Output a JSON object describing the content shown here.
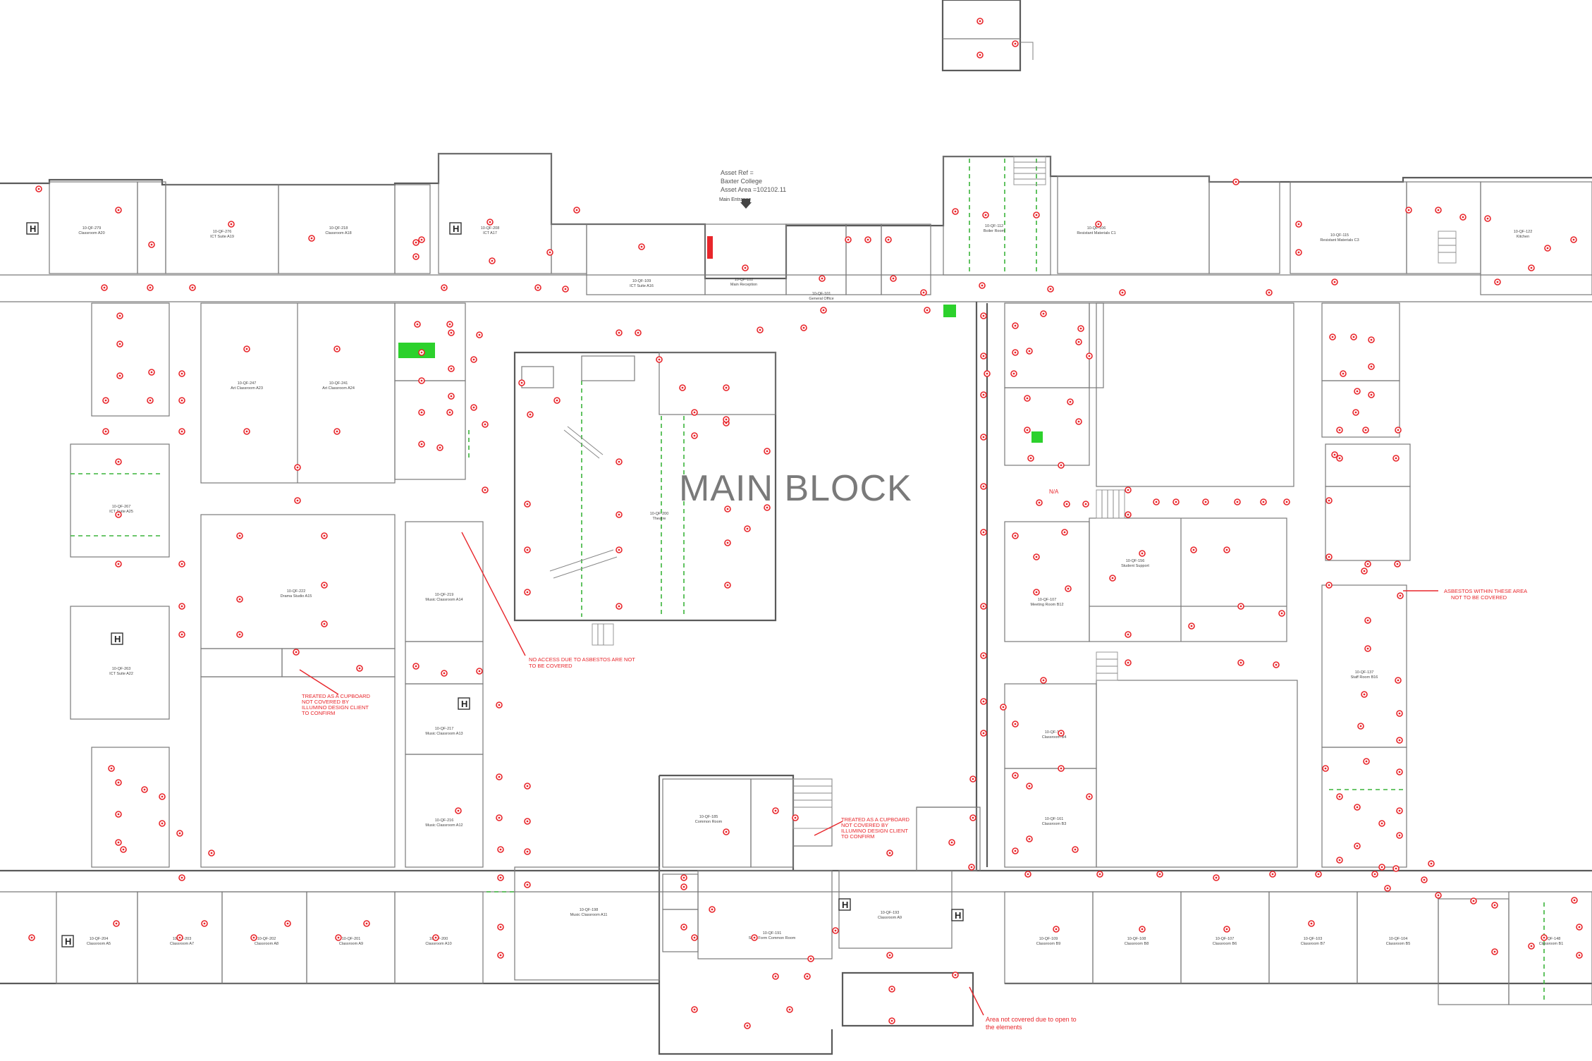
{
  "drawing": {
    "block_title": "MAIN BLOCK",
    "asset": {
      "ref_line": "Asset Ref =",
      "college_line": "Baxter College",
      "area_line": "Asset Area =102102.11",
      "entrance": "Main Entrance"
    },
    "notes": {
      "asbestos_east": [
        "ASBESTOS WITHIN THESE AREA",
        "NOT TO BE COVERED"
      ],
      "no_access": [
        "NO ACCESS DUE TO ASBESTOS ARE NOT",
        "TO BE COVERED"
      ],
      "cupboard_left": [
        "TREATED AS A CUPBOARD",
        "NOT COVERED BY",
        "ILLUMINO DESIGN CLIENT",
        "TO CONFIRM"
      ],
      "cupboard_mid": [
        "TREATED AS A CUPBOARD",
        "NOT COVERED BY",
        "ILLUMINO DESIGN CLIENT",
        "TO CONFIRM"
      ],
      "open_area": [
        "Area not covered due to open to",
        "the elements"
      ],
      "na_mark": "N/A"
    },
    "hydrant_label": "H",
    "rooms": [
      {
        "id": "r1",
        "code": "10-QF-279",
        "name": "Classroom A20"
      },
      {
        "id": "r2",
        "code": "10-QF-276",
        "name": "ICT Suite A19"
      },
      {
        "id": "r3",
        "code": "10-QF-218",
        "name": "Classroom A18"
      },
      {
        "id": "r4",
        "code": "10-QF-208",
        "name": "ICT A17"
      },
      {
        "id": "r5",
        "code": "10-QF-109",
        "name": "ICT Suite A16"
      },
      {
        "id": "r6",
        "code": "10-QF-102",
        "name": "Main Reception"
      },
      {
        "id": "r7",
        "code": "10-QF-101",
        "name": "General Office"
      },
      {
        "id": "r8",
        "code": "10-QF-112",
        "name": "Boiler Room"
      },
      {
        "id": "r9",
        "code": "10-QF-106",
        "name": "Resistant Materials C1"
      },
      {
        "id": "r10",
        "code": "10-QF-115",
        "name": "Resistant Materials C3"
      },
      {
        "id": "r11",
        "code": "10-QF-122",
        "name": "Kitchen"
      },
      {
        "id": "r12",
        "code": "10-QF-247",
        "name": "Art Classroom A23"
      },
      {
        "id": "r13",
        "code": "10-QF-241",
        "name": "Art Classroom A24"
      },
      {
        "id": "r14",
        "code": "10-QF-267",
        "name": "ICT Suite A25"
      },
      {
        "id": "r15",
        "code": "10-QF-222",
        "name": "Drama Studio A15"
      },
      {
        "id": "r16",
        "code": "10-QF-219",
        "name": "Music Classroom A14"
      },
      {
        "id": "r17",
        "code": "10-QF-200",
        "name": "Theatre"
      },
      {
        "id": "r18",
        "code": "10-QF-263",
        "name": "ICT Suite A22"
      },
      {
        "id": "r19",
        "code": "10-QF-217",
        "name": "Music Classroom A13"
      },
      {
        "id": "r20",
        "code": "10-QF-216",
        "name": "Music Classroom A12"
      },
      {
        "id": "r21",
        "code": "10-QF-107",
        "name": "Meeting Room B12"
      },
      {
        "id": "r22",
        "code": "10-QF-156",
        "name": "Student Support"
      },
      {
        "id": "r23",
        "code": "10-QF-137",
        "name": "Staff Room B16"
      },
      {
        "id": "r24",
        "code": "10-QF-162",
        "name": "Classroom B4"
      },
      {
        "id": "r25",
        "code": "10-QF-161",
        "name": "Classroom B3"
      },
      {
        "id": "r26",
        "code": "10-QF-198",
        "name": "Music Classroom A11"
      },
      {
        "id": "r27",
        "code": "10-QF-191",
        "name": "Sixth Form Common Room"
      },
      {
        "id": "r28",
        "code": "10-QF-193",
        "name": "Classroom A9"
      },
      {
        "id": "r29",
        "code": "10-QF-204",
        "name": "Classroom A5"
      },
      {
        "id": "r30",
        "code": "10-QF-203",
        "name": "Classroom A7"
      },
      {
        "id": "r31",
        "code": "10-QF-202",
        "name": "Classroom A8"
      },
      {
        "id": "r32",
        "code": "10-QF-201",
        "name": "Classroom A9"
      },
      {
        "id": "r33",
        "code": "10-QF-200",
        "name": "Classroom A10"
      },
      {
        "id": "r34",
        "code": "10-QF-109",
        "name": "Classroom B9"
      },
      {
        "id": "r35",
        "code": "10-QF-108",
        "name": "Classroom B8"
      },
      {
        "id": "r36",
        "code": "10-QF-107",
        "name": "Classroom B6"
      },
      {
        "id": "r37",
        "code": "10-QF-103",
        "name": "Classroom B7"
      },
      {
        "id": "r38",
        "code": "10-QF-104",
        "name": "Classroom B5"
      },
      {
        "id": "r39",
        "code": "10-QF-185",
        "name": "Common Room"
      },
      {
        "id": "r40",
        "code": "10-QF-148",
        "name": "Classroom B1"
      }
    ],
    "colors": {
      "wall": "#5a5a5a",
      "detector": "#e8262b",
      "fire_door": "#3ab43a",
      "highlight": "#2cd12c",
      "alarm": "#e8262b"
    }
  }
}
